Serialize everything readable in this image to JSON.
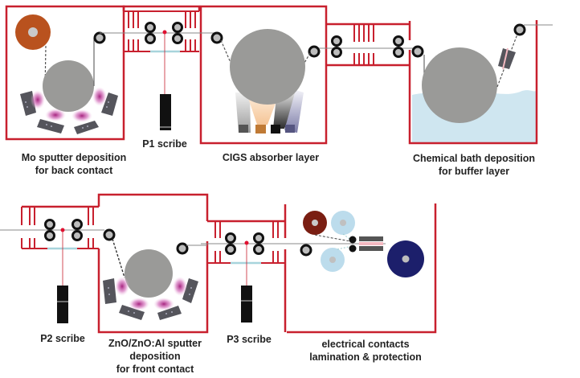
{
  "diagram": {
    "type": "roll-to-roll CIGS solar cell production line",
    "colors": {
      "chamber": "#c8202e",
      "drum": "#9a9a98",
      "roller_fill": "#bdbdbd",
      "roller_ring": "#111111",
      "web": "#777777",
      "laser": "#c8202e",
      "plasma": "#b0308c",
      "target": "#55555c",
      "bath": "#cfe6f0",
      "window": "#a8d4dc",
      "mo_spool": "#b9521e",
      "laminate_spool": "#7a1e12",
      "film_spool": "#bcdcec",
      "output_spool": "#1c1f6b",
      "scribe_body": "#111111"
    },
    "stages": [
      {
        "id": "mo",
        "label_lines": [
          "Mo sputter deposition",
          "for back contact"
        ]
      },
      {
        "id": "p1",
        "label_lines": [
          "P1 scribe"
        ]
      },
      {
        "id": "cigs",
        "label_lines": [
          "CIGS absorber layer"
        ]
      },
      {
        "id": "cbd",
        "label_lines": [
          "Chemical bath deposition",
          "for buffer layer"
        ]
      },
      {
        "id": "p2",
        "label_lines": [
          "P2 scribe"
        ]
      },
      {
        "id": "zno",
        "label_lines": [
          "ZnO/ZnO:Al sputter",
          "deposition",
          "for front contact"
        ]
      },
      {
        "id": "p3",
        "label_lines": [
          "P3 scribe"
        ]
      },
      {
        "id": "final",
        "label_lines": [
          "electrical contacts",
          "lamination & protection"
        ]
      }
    ]
  }
}
